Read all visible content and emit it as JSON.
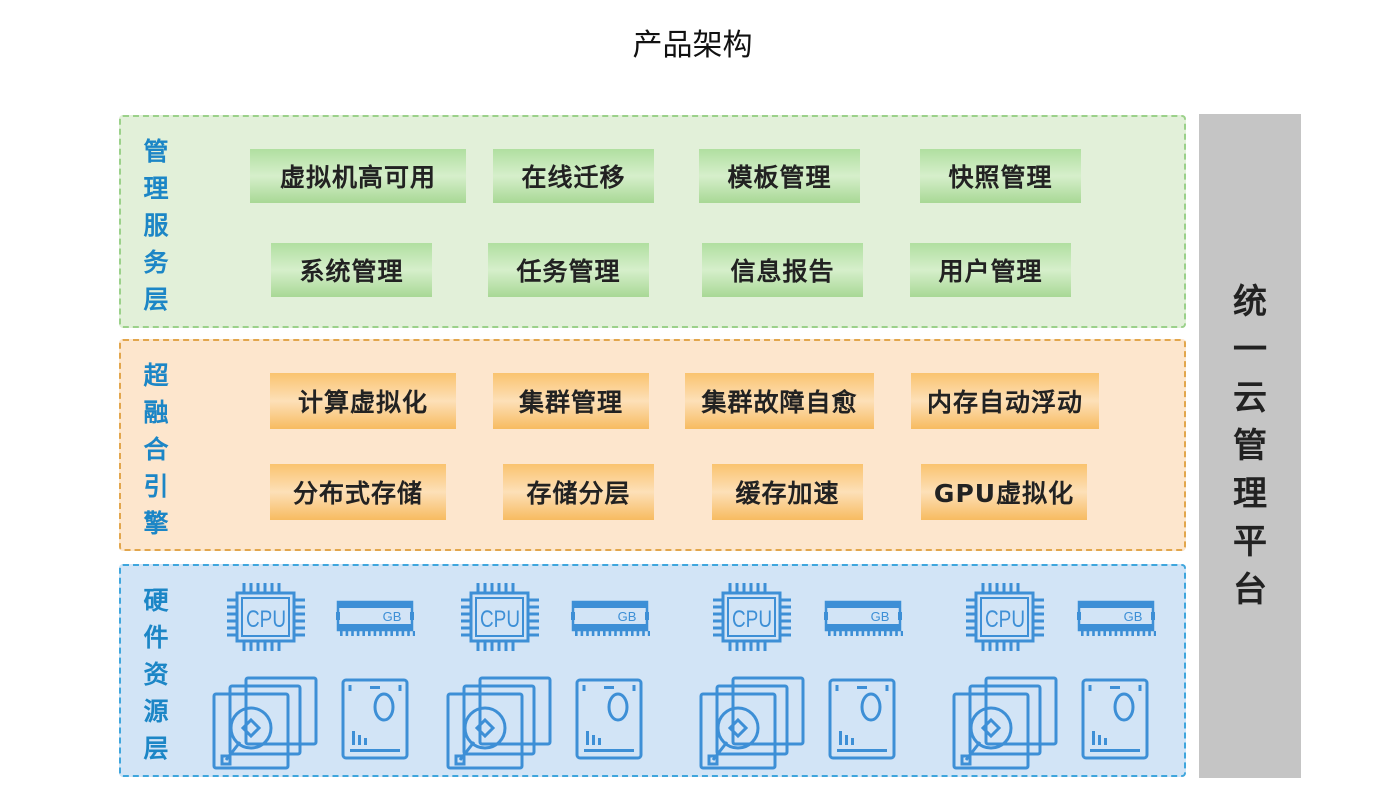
{
  "title": "产品架构",
  "layers": [
    {
      "label": [
        "管",
        "理",
        "服",
        "务",
        "层"
      ],
      "items": [
        "虚拟机高可用",
        "在线迁移",
        "模板管理",
        "快照管理",
        "系统管理",
        "任务管理",
        "信息报告",
        "用户管理"
      ]
    },
    {
      "label": [
        "超",
        "融",
        "合",
        "引",
        "擎"
      ],
      "items": [
        "计算虚拟化",
        "集群管理",
        "集群故障自愈",
        "内存自动浮动",
        "分布式存储",
        "存储分层",
        "缓存加速",
        "GPU虚拟化"
      ]
    },
    {
      "label": [
        "硬",
        "件",
        "资",
        "源",
        "层"
      ],
      "cpu_text": "CPU",
      "ram_text": "GB"
    }
  ],
  "side": {
    "label": [
      "统",
      "一",
      "云",
      "管",
      "理",
      "平",
      "台"
    ]
  },
  "colors": {
    "layer_label": "#1c86c6",
    "icon": "#3d8fd6",
    "mgmt_bg": "#e2f0d9",
    "engine_bg": "#fde6cd",
    "hw_bg": "#d2e4f6",
    "side_bg": "#c5c5c5"
  }
}
